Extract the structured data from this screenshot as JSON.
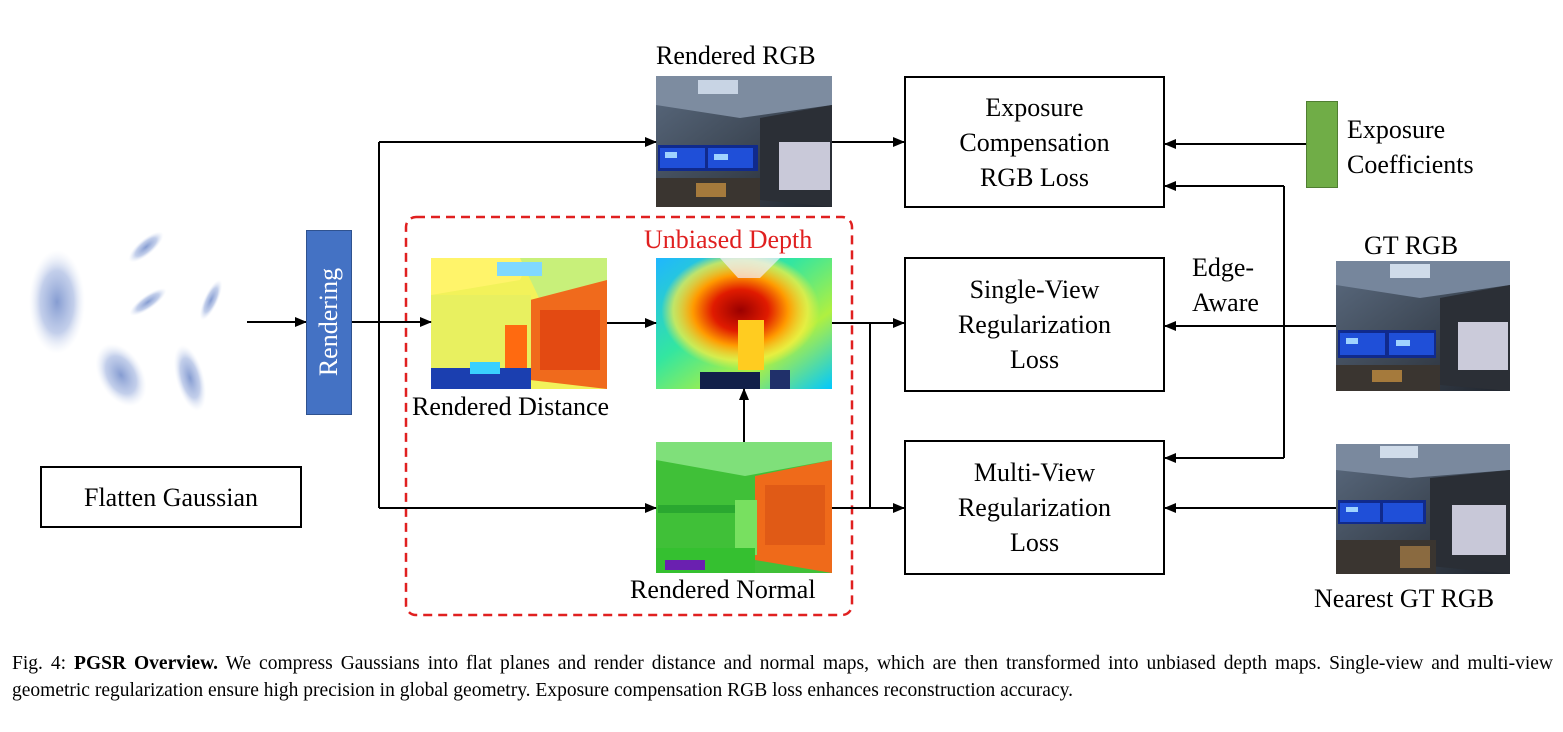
{
  "labels": {
    "rendered_rgb": "Rendered RGB",
    "unbiased_depth": "Unbiased Depth",
    "rendered_distance": "Rendered Distance",
    "rendered_normal": "Rendered Normal",
    "gt_rgb": "GT RGB",
    "nearest_gt_rgb": "Nearest GT RGB",
    "rendering": "Rendering",
    "flatten_gaussian": "Flatten Gaussian",
    "exposure_coefficients_1": "Exposure",
    "exposure_coefficients_2": "Coefficients",
    "edge_aware_1": "Edge-",
    "edge_aware_2": "Aware"
  },
  "boxes": {
    "exposure_loss": [
      "Exposure",
      "Compensation",
      "RGB Loss"
    ],
    "single_view": [
      "Single-View",
      "Regularization",
      "Loss"
    ],
    "multi_view": [
      "Multi-View",
      "Regularization",
      "Loss"
    ]
  },
  "caption": {
    "prefix": "Fig. 4: ",
    "title": "PGSR Overview.",
    "body": " We compress Gaussians into flat planes and render distance and normal maps, which are then transformed into unbiased depth maps. Single-view and multi-view geometric regularization ensure high precision in global geometry. Exposure compensation RGB loss enhances reconstruction accuracy."
  },
  "colors": {
    "rendering_bar": "#4472c4",
    "exposure_coeff_bar": "#70ad47",
    "unbiased_highlight": "#e02020",
    "gaussian": "#8fa6d6"
  }
}
